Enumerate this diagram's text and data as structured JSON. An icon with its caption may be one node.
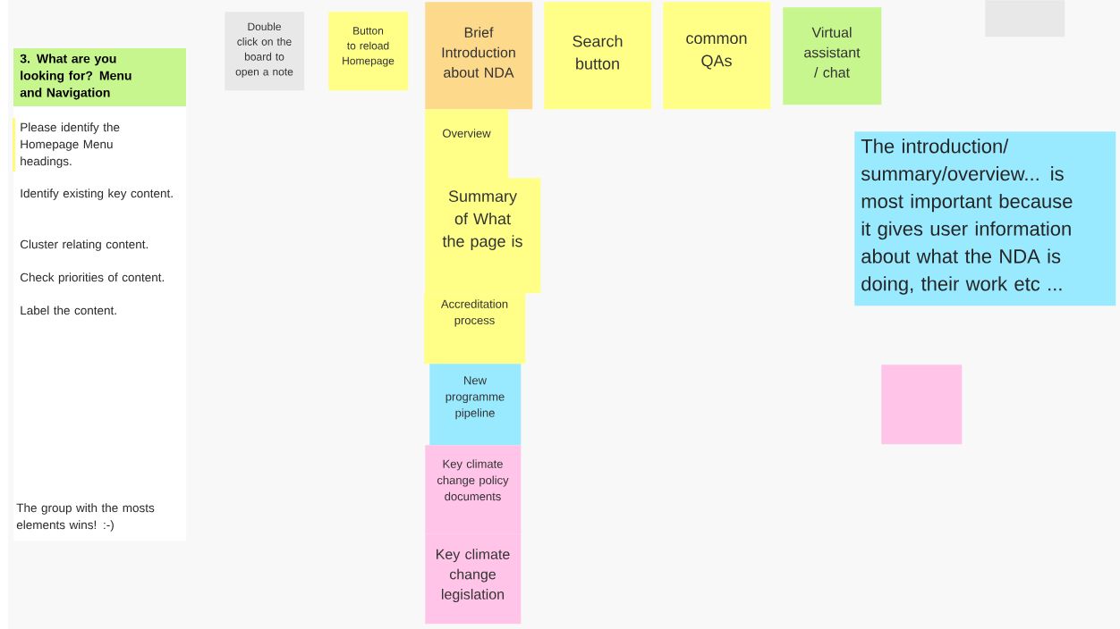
{
  "diagram": {
    "nodes": [
      {
        "text": [
          "3. What are you looking for? Menu and Navigation",
          "Please identify the Homepage Menu headings.",
          "Identify existing key content.",
          "Cluster relating content.",
          "Check priorities of content.",
          "Label the content.",
          "The group with the mosts elements wins! :-)"
        ]
      },
      {
        "text": [
          "Double click on the board to open a note"
        ]
      },
      {
        "text": [
          "Button to reload Homepage"
        ]
      },
      {
        "text": [
          "Brief Introduction about NDA"
        ]
      },
      {
        "text": [
          "Search button"
        ]
      },
      {
        "text": [
          "common QAs"
        ]
      },
      {
        "text": [
          "Virtual assistant / chat"
        ]
      },
      {
        "text": [],
        "shape": "box"
      },
      {
        "text": [
          "Overview"
        ]
      },
      {
        "text": [
          "Summary of What the page is"
        ]
      },
      {
        "text": [
          "Accreditation process"
        ]
      },
      {
        "text": [
          "New programme pipeline"
        ]
      },
      {
        "text": [
          "Key climate change policy documents"
        ]
      },
      {
        "text": [
          "Key climate change legislation"
        ]
      },
      {
        "text": [
          "The introduction/ summary/overview... is most important because it gives user information about what the NDA is doing, their work etc ..."
        ]
      },
      {
        "text": [],
        "shape": "box"
      }
    ]
  }
}
